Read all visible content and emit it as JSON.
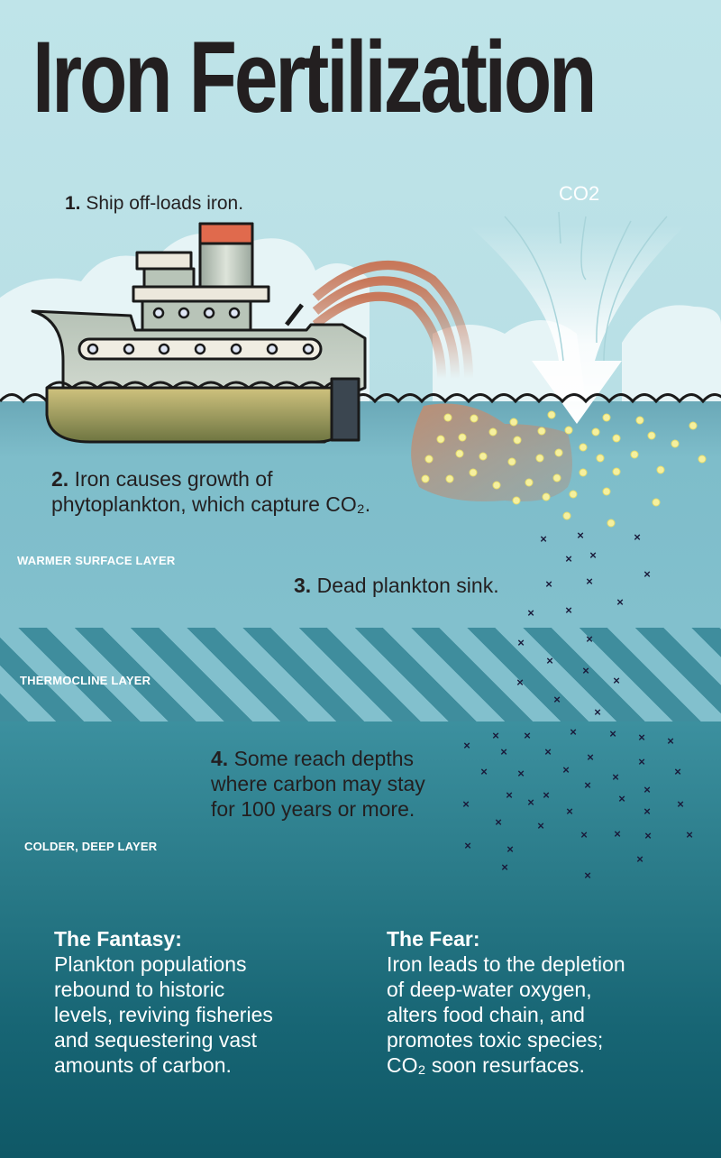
{
  "title": "Iron Fertilization",
  "co2_label": "CO2",
  "steps": [
    {
      "number": "1.",
      "text": "Ship off-loads iron."
    },
    {
      "number": "2.",
      "text_line1": "Iron causes growth of",
      "text_line2": "phytoplankton, which capture CO₂."
    },
    {
      "number": "3.",
      "text": "Dead plankton sink."
    },
    {
      "number": "4.",
      "text_line1": "Some reach depths",
      "text_line2": "where carbon may stay",
      "text_line3": "for 100 years or more."
    }
  ],
  "layers": {
    "surface": "WARMER SURFACE LAYER",
    "thermocline": "THERMOCLINE LAYER",
    "deep": "COLDER, DEEP LAYER"
  },
  "fantasy": {
    "heading": "The Fantasy:",
    "lines": [
      "Plankton populations",
      "rebound to historic",
      "levels, reviving fisheries",
      "and sequestering vast",
      "amounts of carbon."
    ]
  },
  "fear": {
    "heading": "The Fear:",
    "lines": [
      "Iron leads to the depletion",
      "of deep-water oxygen,",
      "alters food chain, and",
      "promotes toxic species;",
      "CO₂ soon resurfaces."
    ]
  },
  "colors": {
    "sky": "#bde3e8",
    "surface_water": "#82c0cd",
    "thermocline_dark": "#3f8d9d",
    "deep_water": "#176574",
    "iron_plume": "#c98a6a",
    "ship_hull": "#c9d3c8",
    "ship_bottom": "#8d8e55",
    "funnel_top": "#e06a4d",
    "plankton": "#f5f0a0",
    "text_dark": "#231f20"
  }
}
